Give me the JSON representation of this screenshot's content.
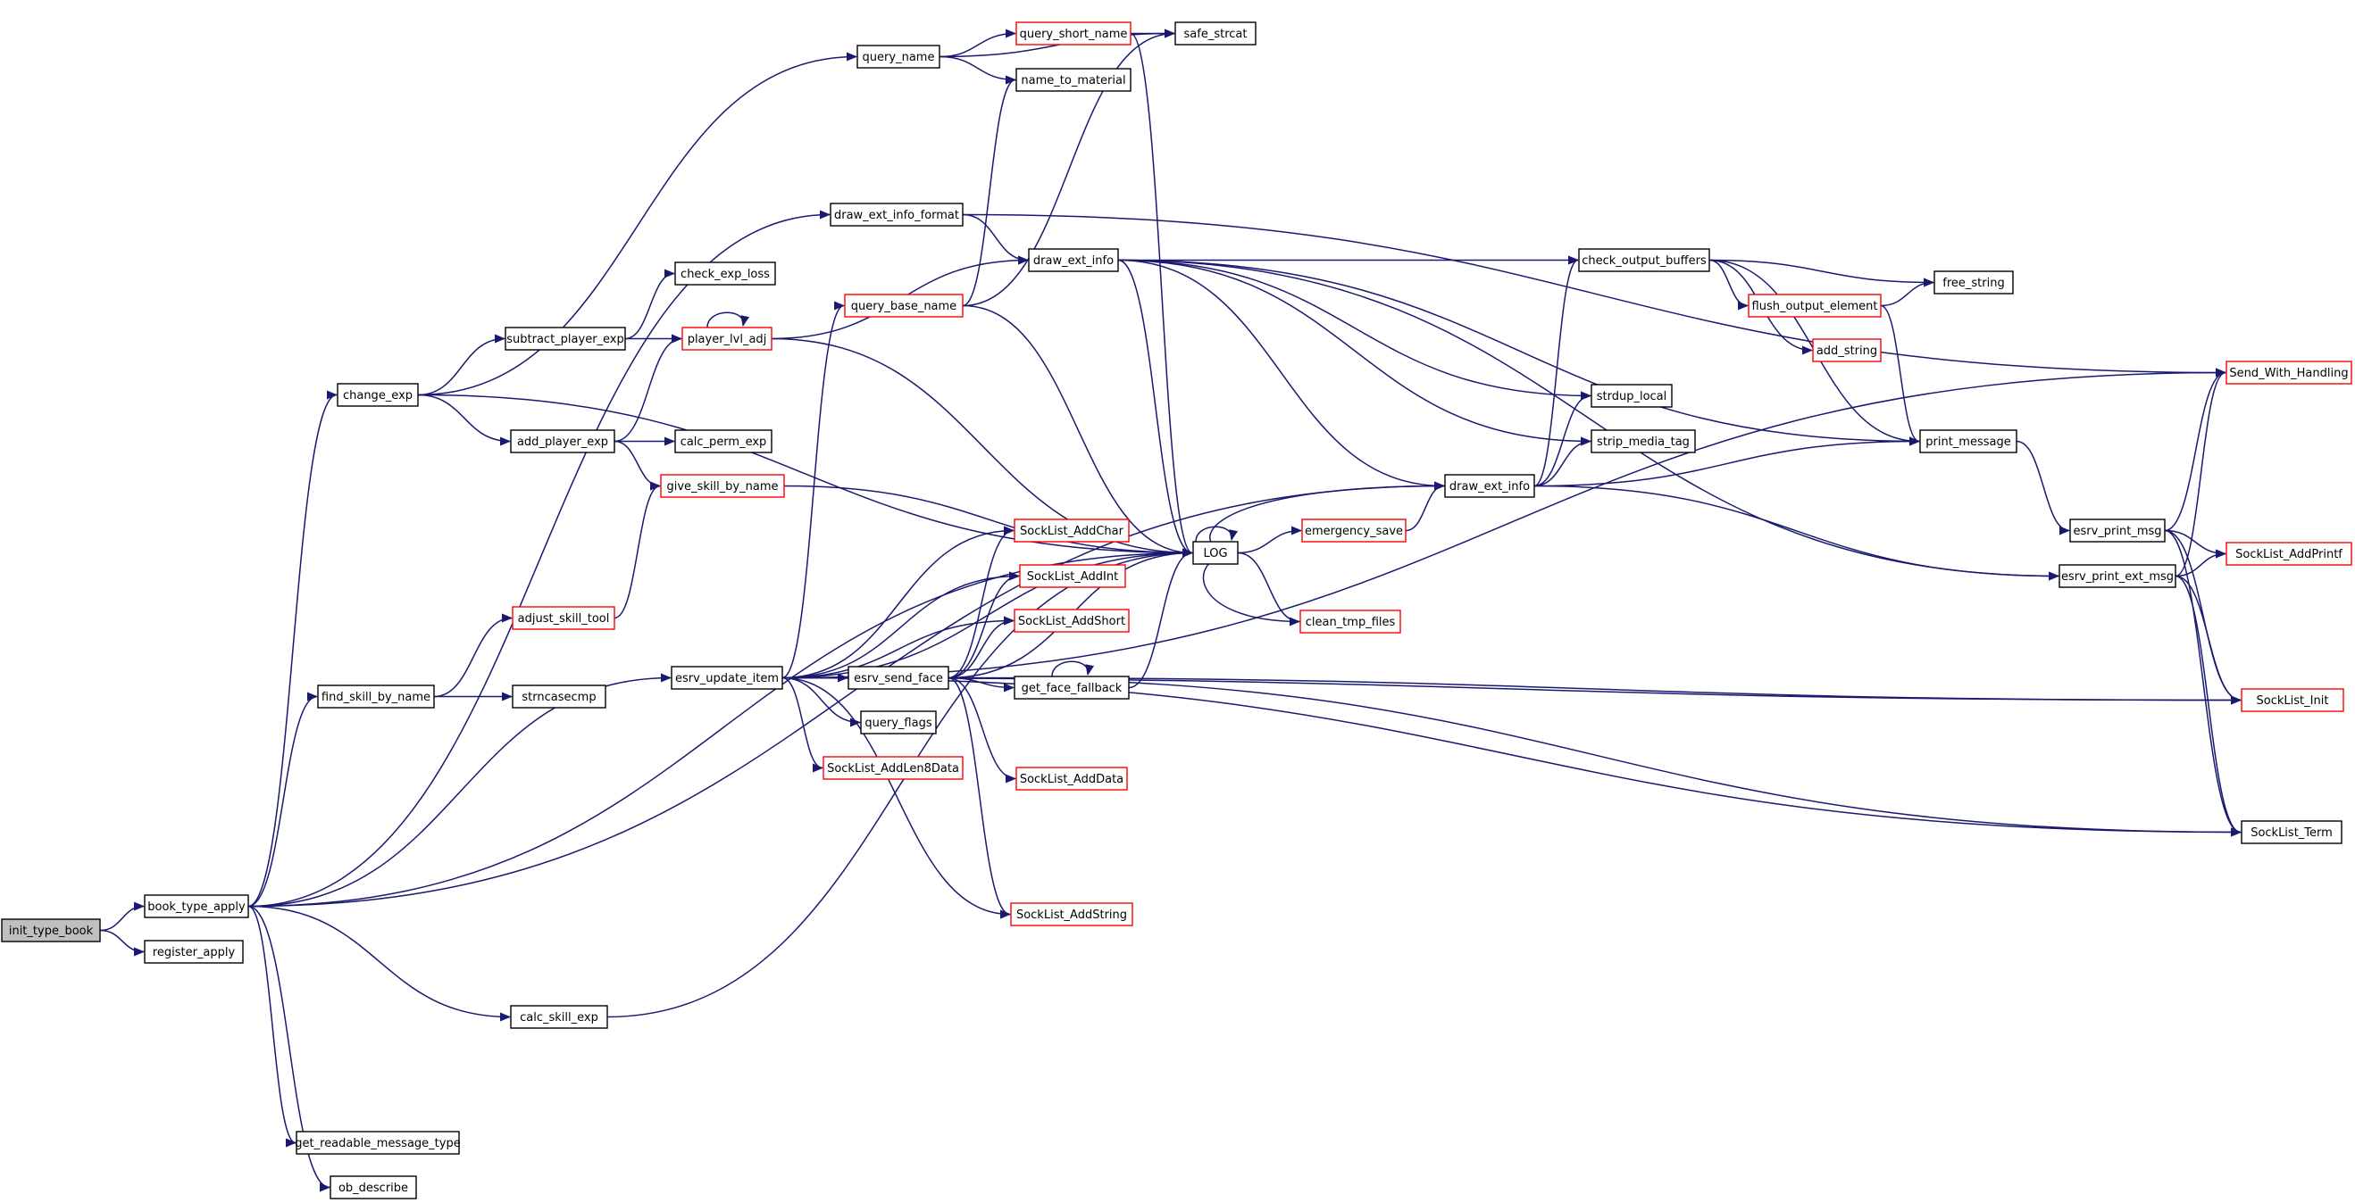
{
  "title": "init_type_book call graph",
  "colors": {
    "edge": "#191970",
    "root_fill": "#bfbfbf",
    "truncated_border": "#ff0000",
    "node_border": "#000000"
  },
  "nodes": [
    {
      "id": "init_type_book",
      "label": "init_type_book",
      "style": "root"
    },
    {
      "id": "book_type_apply",
      "label": "book_type_apply",
      "style": "normal"
    },
    {
      "id": "register_apply",
      "label": "register_apply",
      "style": "normal"
    },
    {
      "id": "change_exp",
      "label": "change_exp",
      "style": "normal"
    },
    {
      "id": "find_skill_by_name",
      "label": "find_skill_by_name",
      "style": "normal"
    },
    {
      "id": "esrv_update_item",
      "label": "esrv_update_item",
      "style": "normal"
    },
    {
      "id": "calc_skill_exp",
      "label": "calc_skill_exp",
      "style": "normal"
    },
    {
      "id": "get_readable_message_type",
      "label": "get_readable_message_type",
      "style": "normal"
    },
    {
      "id": "ob_describe",
      "label": "ob_describe",
      "style": "normal"
    },
    {
      "id": "draw_ext_info_format",
      "label": "draw_ext_info_format",
      "style": "normal"
    },
    {
      "id": "query_name",
      "label": "query_name",
      "style": "normal"
    },
    {
      "id": "subtract_player_exp",
      "label": "subtract_player_exp",
      "style": "normal"
    },
    {
      "id": "add_player_exp",
      "label": "add_player_exp",
      "style": "normal"
    },
    {
      "id": "check_exp_loss",
      "label": "check_exp_loss",
      "style": "normal"
    },
    {
      "id": "player_lvl_adj",
      "label": "player_lvl_adj",
      "style": "red"
    },
    {
      "id": "calc_perm_exp",
      "label": "calc_perm_exp",
      "style": "normal"
    },
    {
      "id": "give_skill_by_name",
      "label": "give_skill_by_name",
      "style": "red"
    },
    {
      "id": "adjust_skill_tool",
      "label": "adjust_skill_tool",
      "style": "red"
    },
    {
      "id": "strncasecmp",
      "label": "strncasecmp",
      "style": "normal"
    },
    {
      "id": "query_short_name",
      "label": "query_short_name",
      "style": "red"
    },
    {
      "id": "safe_strcat",
      "label": "safe_strcat",
      "style": "normal"
    },
    {
      "id": "name_to_material",
      "label": "name_to_material",
      "style": "normal"
    },
    {
      "id": "query_base_name",
      "label": "query_base_name",
      "style": "red"
    },
    {
      "id": "esrv_send_face",
      "label": "esrv_send_face",
      "style": "normal"
    },
    {
      "id": "query_flags",
      "label": "query_flags",
      "style": "normal"
    },
    {
      "id": "SockList_AddLen8Data",
      "label": "SockList_AddLen8Data",
      "style": "red"
    },
    {
      "id": "SockList_AddChar",
      "label": "SockList_AddChar",
      "style": "red"
    },
    {
      "id": "SockList_AddInt",
      "label": "SockList_AddInt",
      "style": "red"
    },
    {
      "id": "SockList_AddShort",
      "label": "SockList_AddShort",
      "style": "red"
    },
    {
      "id": "get_face_fallback",
      "label": "get_face_fallback",
      "style": "normal"
    },
    {
      "id": "SockList_AddData",
      "label": "SockList_AddData",
      "style": "red"
    },
    {
      "id": "SockList_AddString",
      "label": "SockList_AddString",
      "style": "red"
    },
    {
      "id": "draw_ext_info_a",
      "label": "draw_ext_info",
      "style": "normal"
    },
    {
      "id": "LOG",
      "label": "LOG",
      "style": "normal"
    },
    {
      "id": "emergency_save",
      "label": "emergency_save",
      "style": "red"
    },
    {
      "id": "clean_tmp_files",
      "label": "clean_tmp_files",
      "style": "red"
    },
    {
      "id": "draw_ext_info_b",
      "label": "draw_ext_info",
      "style": "normal"
    },
    {
      "id": "check_output_buffers",
      "label": "check_output_buffers",
      "style": "normal"
    },
    {
      "id": "flush_output_element",
      "label": "flush_output_element",
      "style": "red"
    },
    {
      "id": "free_string",
      "label": "free_string",
      "style": "normal"
    },
    {
      "id": "add_string",
      "label": "add_string",
      "style": "red"
    },
    {
      "id": "strdup_local",
      "label": "strdup_local",
      "style": "normal"
    },
    {
      "id": "strip_media_tag",
      "label": "strip_media_tag",
      "style": "normal"
    },
    {
      "id": "print_message",
      "label": "print_message",
      "style": "normal"
    },
    {
      "id": "esrv_print_msg",
      "label": "esrv_print_msg",
      "style": "normal"
    },
    {
      "id": "esrv_print_ext_msg",
      "label": "esrv_print_ext_msg",
      "style": "normal"
    },
    {
      "id": "Send_With_Handling",
      "label": "Send_With_Handling",
      "style": "red"
    },
    {
      "id": "SockList_AddPrintf",
      "label": "SockList_AddPrintf",
      "style": "red"
    },
    {
      "id": "SockList_Init",
      "label": "SockList_Init",
      "style": "red"
    },
    {
      "id": "SockList_Term",
      "label": "SockList_Term",
      "style": "normal"
    }
  ],
  "edges": [
    [
      "init_type_book",
      "book_type_apply"
    ],
    [
      "init_type_book",
      "register_apply"
    ],
    [
      "book_type_apply",
      "change_exp"
    ],
    [
      "book_type_apply",
      "find_skill_by_name"
    ],
    [
      "book_type_apply",
      "esrv_update_item"
    ],
    [
      "book_type_apply",
      "calc_skill_exp"
    ],
    [
      "book_type_apply",
      "get_readable_message_type"
    ],
    [
      "book_type_apply",
      "ob_describe"
    ],
    [
      "book_type_apply",
      "draw_ext_info_format"
    ],
    [
      "book_type_apply",
      "draw_ext_info_b"
    ],
    [
      "book_type_apply",
      "LOG"
    ],
    [
      "change_exp",
      "query_name"
    ],
    [
      "change_exp",
      "subtract_player_exp"
    ],
    [
      "change_exp",
      "add_player_exp"
    ],
    [
      "change_exp",
      "LOG"
    ],
    [
      "subtract_player_exp",
      "check_exp_loss"
    ],
    [
      "subtract_player_exp",
      "player_lvl_adj"
    ],
    [
      "add_player_exp",
      "player_lvl_adj"
    ],
    [
      "add_player_exp",
      "calc_perm_exp"
    ],
    [
      "add_player_exp",
      "give_skill_by_name"
    ],
    [
      "player_lvl_adj",
      "player_lvl_adj"
    ],
    [
      "player_lvl_adj",
      "draw_ext_info_a"
    ],
    [
      "player_lvl_adj",
      "LOG"
    ],
    [
      "give_skill_by_name",
      "LOG"
    ],
    [
      "adjust_skill_tool",
      "give_skill_by_name"
    ],
    [
      "find_skill_by_name",
      "adjust_skill_tool"
    ],
    [
      "find_skill_by_name",
      "strncasecmp"
    ],
    [
      "query_name",
      "query_short_name"
    ],
    [
      "query_name",
      "safe_strcat"
    ],
    [
      "query_name",
      "name_to_material"
    ],
    [
      "query_short_name",
      "safe_strcat"
    ],
    [
      "query_short_name",
      "LOG"
    ],
    [
      "draw_ext_info_format",
      "draw_ext_info_a"
    ],
    [
      "query_base_name",
      "name_to_material"
    ],
    [
      "query_base_name",
      "safe_strcat"
    ],
    [
      "query_base_name",
      "LOG"
    ],
    [
      "esrv_update_item",
      "query_base_name"
    ],
    [
      "esrv_update_item",
      "esrv_send_face"
    ],
    [
      "esrv_update_item",
      "query_flags"
    ],
    [
      "esrv_update_item",
      "SockList_AddLen8Data"
    ],
    [
      "esrv_update_item",
      "SockList_AddChar"
    ],
    [
      "esrv_update_item",
      "SockList_AddInt"
    ],
    [
      "esrv_update_item",
      "SockList_AddShort"
    ],
    [
      "esrv_update_item",
      "SockList_AddString"
    ],
    [
      "esrv_update_item",
      "LOG"
    ],
    [
      "esrv_update_item",
      "Send_With_Handling"
    ],
    [
      "esrv_update_item",
      "SockList_Init"
    ],
    [
      "esrv_update_item",
      "SockList_Term"
    ],
    [
      "esrv_send_face",
      "get_face_fallback"
    ],
    [
      "esrv_send_face",
      "SockList_AddChar"
    ],
    [
      "esrv_send_face",
      "SockList_AddInt"
    ],
    [
      "esrv_send_face",
      "SockList_AddShort"
    ],
    [
      "esrv_send_face",
      "SockList_AddData"
    ],
    [
      "esrv_send_face",
      "SockList_AddString"
    ],
    [
      "esrv_send_face",
      "LOG"
    ],
    [
      "esrv_send_face",
      "SockList_Init"
    ],
    [
      "esrv_send_face",
      "SockList_Term"
    ],
    [
      "get_face_fallback",
      "get_face_fallback"
    ],
    [
      "get_face_fallback",
      "LOG"
    ],
    [
      "calc_skill_exp",
      "LOG"
    ],
    [
      "draw_ext_info_a",
      "check_output_buffers"
    ],
    [
      "draw_ext_info_a",
      "strdup_local"
    ],
    [
      "draw_ext_info_a",
      "strip_media_tag"
    ],
    [
      "draw_ext_info_a",
      "print_message"
    ],
    [
      "draw_ext_info_a",
      "esrv_print_ext_msg"
    ],
    [
      "draw_ext_info_a",
      "LOG"
    ],
    [
      "draw_ext_info_a",
      "draw_ext_info_b"
    ],
    [
      "LOG",
      "LOG"
    ],
    [
      "LOG",
      "emergency_save"
    ],
    [
      "LOG",
      "clean_tmp_files"
    ],
    [
      "emergency_save",
      "draw_ext_info_b"
    ],
    [
      "clean_tmp_files",
      "LOG"
    ],
    [
      "draw_ext_info_b",
      "check_output_buffers"
    ],
    [
      "draw_ext_info_b",
      "strdup_local"
    ],
    [
      "draw_ext_info_b",
      "strip_media_tag"
    ],
    [
      "draw_ext_info_b",
      "print_message"
    ],
    [
      "draw_ext_info_b",
      "esrv_print_ext_msg"
    ],
    [
      "draw_ext_info_b",
      "LOG"
    ],
    [
      "check_output_buffers",
      "flush_output_element"
    ],
    [
      "check_output_buffers",
      "free_string"
    ],
    [
      "check_output_buffers",
      "add_string"
    ],
    [
      "check_output_buffers",
      "print_message"
    ],
    [
      "flush_output_element",
      "free_string"
    ],
    [
      "flush_output_element",
      "print_message"
    ],
    [
      "print_message",
      "esrv_print_msg"
    ],
    [
      "esrv_print_msg",
      "Send_With_Handling"
    ],
    [
      "esrv_print_msg",
      "SockList_AddPrintf"
    ],
    [
      "esrv_print_msg",
      "SockList_Init"
    ],
    [
      "esrv_print_msg",
      "SockList_Term"
    ],
    [
      "esrv_print_ext_msg",
      "Send_With_Handling"
    ],
    [
      "esrv_print_ext_msg",
      "SockList_AddPrintf"
    ],
    [
      "esrv_print_ext_msg",
      "SockList_Init"
    ],
    [
      "esrv_print_ext_msg",
      "SockList_Term"
    ],
    [
      "draw_ext_info_format",
      "Send_With_Handling"
    ]
  ]
}
